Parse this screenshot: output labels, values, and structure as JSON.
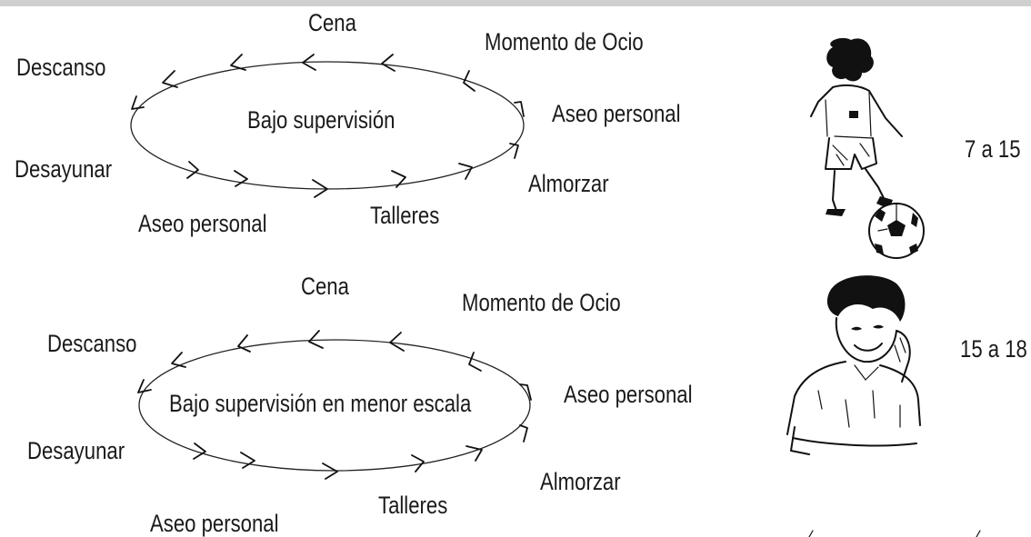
{
  "cycles": [
    {
      "center": "Bajo supervisión",
      "labels": {
        "top": "Cena",
        "top_right": "Momento de Ocio",
        "right_upper": "Aseo personal",
        "right_lower": "Almorzar",
        "bottom_right": "Talleres",
        "bottom_left": "Aseo personal",
        "left_lower": "Desayunar",
        "left_upper": "Descanso"
      },
      "age_range": "7 a 15"
    },
    {
      "center": "Bajo supervisión en menor escala",
      "labels": {
        "top": "Cena",
        "top_right": "Momento de Ocio",
        "right_upper": "Aseo personal",
        "right_lower": "Almorzar",
        "bottom_right": "Talleres",
        "bottom_left": "Aseo personal",
        "left_lower": "Desayunar",
        "left_upper": "Descanso"
      },
      "age_range": "15 a 18"
    }
  ],
  "illustrations": [
    "child-playing-soccer",
    "smiling-teenager"
  ],
  "colors": {
    "line": "#111111",
    "text": "#1a1a1a",
    "top_bar": "#cfcfcf"
  }
}
